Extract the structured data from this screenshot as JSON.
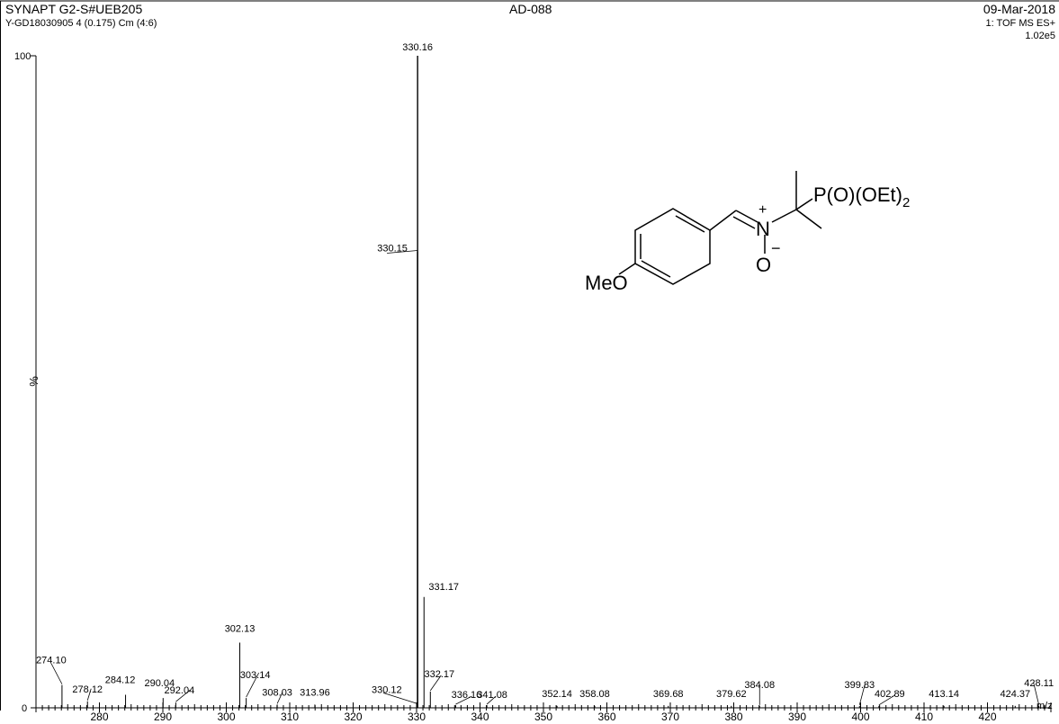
{
  "header": {
    "instrument": "SYNAPT G2-S#UEB205",
    "sample": "AD-088",
    "date": "09-Mar-2018",
    "scan": "Y-GD18030905 4 (0.175) Cm (4:6)",
    "mode": "1: TOF MS ES+",
    "max_intensity": "1.02e5"
  },
  "structure": {
    "substituent": "MeO",
    "n_charge": "+",
    "n_atom": "N",
    "o_charge": "−",
    "o_atom": "O",
    "phosphonate": "P(O)(OEt)",
    "phosphonate_subscript": "2"
  },
  "chart_data": {
    "type": "bar",
    "title": "AD-088",
    "xlabel": "m/z",
    "ylabel": "%",
    "xlim": [
      270,
      430
    ],
    "ylim": [
      0,
      100
    ],
    "x_ticks": [
      280,
      290,
      300,
      310,
      320,
      330,
      340,
      350,
      360,
      370,
      380,
      390,
      400,
      410,
      420
    ],
    "y_ticks": [
      0,
      100
    ],
    "peaks": [
      {
        "mz": 274.1,
        "label": "274.10",
        "intensity": 3.5
      },
      {
        "mz": 278.12,
        "label": "278.12",
        "intensity": 1.0
      },
      {
        "mz": 284.12,
        "label": "284.12",
        "intensity": 2.0
      },
      {
        "mz": 290.04,
        "label": "290.04",
        "intensity": 1.5
      },
      {
        "mz": 292.04,
        "label": "292.04",
        "intensity": 0.8
      },
      {
        "mz": 302.13,
        "label": "302.13",
        "intensity": 10.0
      },
      {
        "mz": 303.14,
        "label": "303.14",
        "intensity": 1.5
      },
      {
        "mz": 308.03,
        "label": "308.03",
        "intensity": 0.5
      },
      {
        "mz": 313.96,
        "label": "313.96",
        "intensity": 0.5
      },
      {
        "mz": 330.12,
        "label": "330.12",
        "intensity": 0.5
      },
      {
        "mz": 330.15,
        "label": "330.15",
        "intensity": 70.0
      },
      {
        "mz": 330.16,
        "label": "330.16",
        "intensity": 100.0
      },
      {
        "mz": 331.17,
        "label": "331.17",
        "intensity": 17.0
      },
      {
        "mz": 332.17,
        "label": "332.17",
        "intensity": 2.5
      },
      {
        "mz": 336.16,
        "label": "336.16",
        "intensity": 0.4
      },
      {
        "mz": 341.08,
        "label": "341.08",
        "intensity": 0.4
      },
      {
        "mz": 352.14,
        "label": "352.14",
        "intensity": 0.3
      },
      {
        "mz": 358.08,
        "label": "358.08",
        "intensity": 0.3
      },
      {
        "mz": 369.68,
        "label": "369.68",
        "intensity": 0.3
      },
      {
        "mz": 379.62,
        "label": "379.62",
        "intensity": 0.3
      },
      {
        "mz": 384.08,
        "label": "384.08",
        "intensity": 0.3
      },
      {
        "mz": 399.83,
        "label": "399.83",
        "intensity": 0.3
      },
      {
        "mz": 402.89,
        "label": "402.89",
        "intensity": 0.3
      },
      {
        "mz": 413.14,
        "label": "413.14",
        "intensity": 0.3
      },
      {
        "mz": 424.37,
        "label": "424.37",
        "intensity": 0.3
      },
      {
        "mz": 428.11,
        "label": "428.11",
        "intensity": 0.3
      }
    ]
  }
}
